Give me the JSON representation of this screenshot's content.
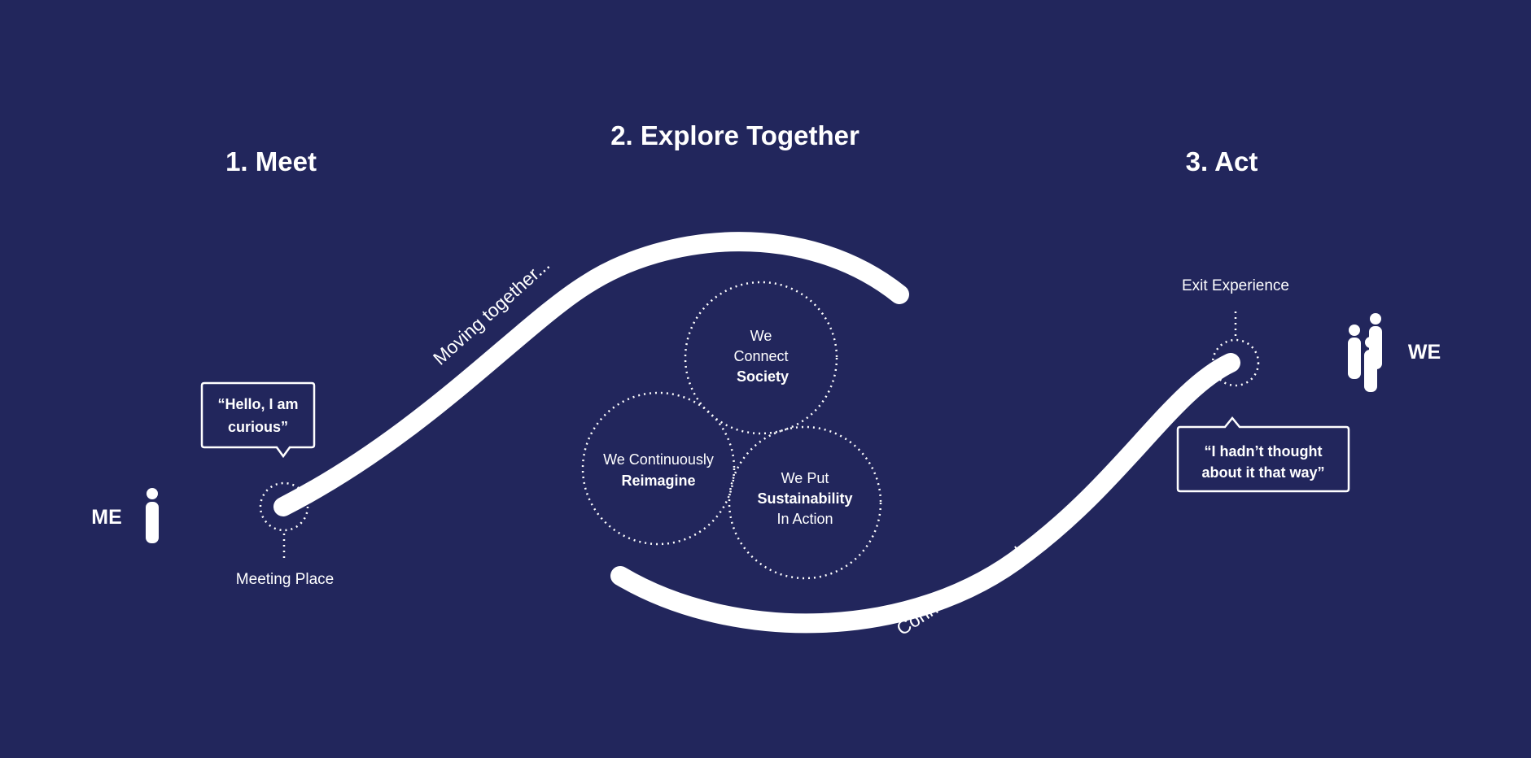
{
  "stages": {
    "meet": "1. Meet",
    "explore": "2. Explore Together",
    "act": "3. Act"
  },
  "me_label": "ME",
  "we_label": "WE",
  "meeting_place": "Meeting Place",
  "exit_experience": "Exit Experience",
  "quote_start": {
    "line1": "“Hello, I am",
    "line2": "curious”"
  },
  "quote_end": {
    "line1": "“I hadn’t thought",
    "line2": "about it that way”"
  },
  "path_labels": {
    "moving": "Moving together...",
    "connecting": "Connecting people..."
  },
  "circles": {
    "society": {
      "line1": "We",
      "line2": "Connect",
      "bold": "Society"
    },
    "reimagine": {
      "line1": "We Continuously",
      "bold": "Reimagine"
    },
    "sustainability": {
      "line1": "We Put",
      "bold": "Sustainability",
      "line3": "In Action"
    }
  },
  "colors": {
    "background": "#22265c",
    "foreground": "#ffffff"
  },
  "icons": {
    "me": "person-icon",
    "we": "group-icon"
  }
}
